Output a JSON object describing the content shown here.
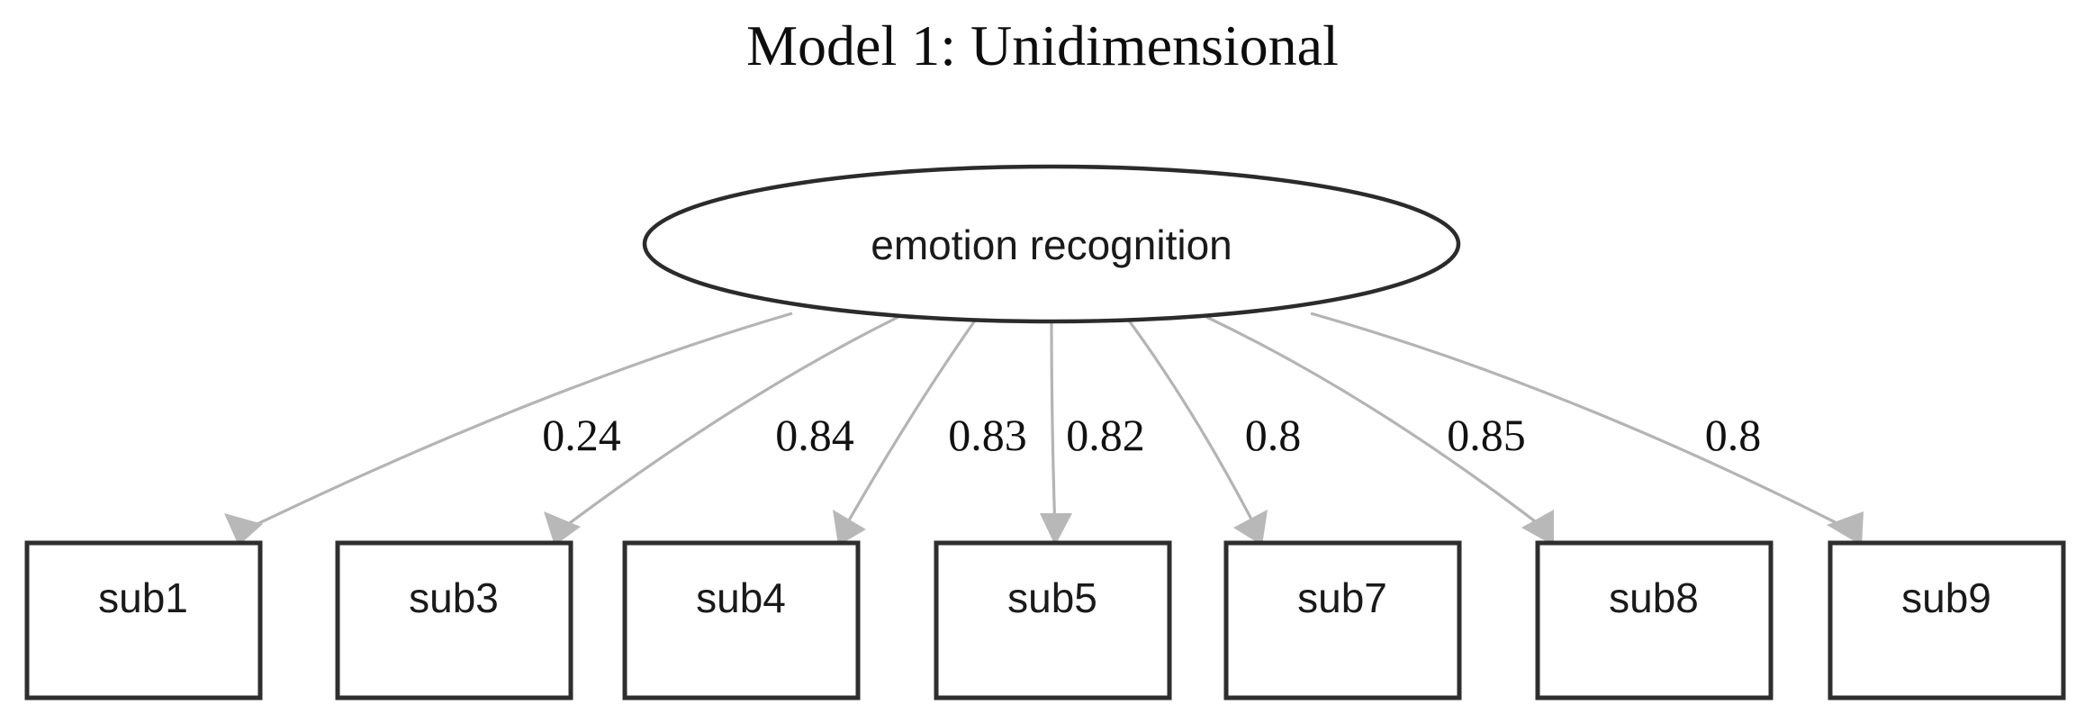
{
  "title": "Model 1: Unidimensional",
  "latent_factor": {
    "label": "emotion recognition",
    "shape": "ellipse"
  },
  "colors": {
    "box_stroke": "#2e2e2e",
    "ellipse_stroke": "#2b2b2b",
    "arrow": "#b4b4b4",
    "text": "#111111",
    "background": "#ffffff"
  },
  "chart_data": {
    "type": "diagram",
    "diagram_kind": "confirmatory-factor-analysis-path-diagram",
    "title": "Model 1: Unidimensional",
    "latent_variables": [
      "emotion recognition"
    ],
    "observed_variables": [
      "sub1",
      "sub3",
      "sub4",
      "sub5",
      "sub7",
      "sub8",
      "sub9"
    ],
    "loadings": [
      0.24,
      0.84,
      0.83,
      0.82,
      0.8,
      0.85,
      0.8
    ],
    "edges": [
      {
        "from": "emotion recognition",
        "to": "sub1",
        "label": "0.24"
      },
      {
        "from": "emotion recognition",
        "to": "sub3",
        "label": "0.84"
      },
      {
        "from": "emotion recognition",
        "to": "sub4",
        "label": "0.83"
      },
      {
        "from": "emotion recognition",
        "to": "sub5",
        "label": "0.82"
      },
      {
        "from": "emotion recognition",
        "to": "sub7",
        "label": "0.8"
      },
      {
        "from": "emotion recognition",
        "to": "sub8",
        "label": "0.85"
      },
      {
        "from": "emotion recognition",
        "to": "sub9",
        "label": "0.8"
      }
    ]
  },
  "indicators": [
    {
      "label": "sub1"
    },
    {
      "label": "sub3"
    },
    {
      "label": "sub4"
    },
    {
      "label": "sub5"
    },
    {
      "label": "sub7"
    },
    {
      "label": "sub8"
    },
    {
      "label": "sub9"
    }
  ],
  "loadings": [
    {
      "value": "0.24"
    },
    {
      "value": "0.84"
    },
    {
      "value": "0.83"
    },
    {
      "value": "0.82"
    },
    {
      "value": "0.8"
    },
    {
      "value": "0.85"
    },
    {
      "value": "0.8"
    }
  ]
}
